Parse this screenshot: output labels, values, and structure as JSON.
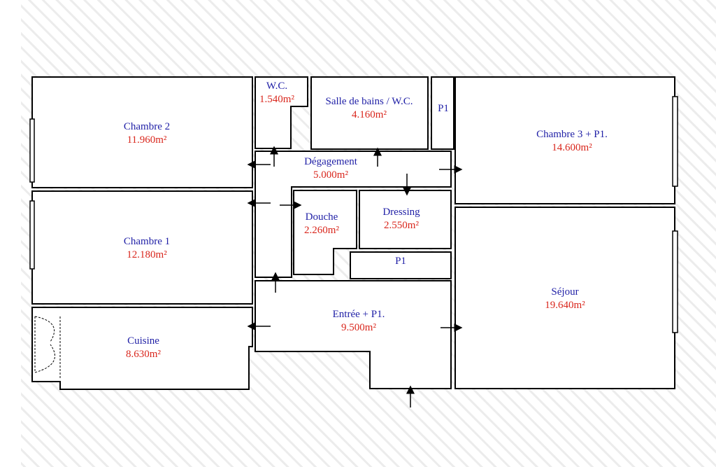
{
  "rooms": {
    "chambre2": {
      "name": "Chambre 2",
      "area": "11.960m²"
    },
    "chambre1": {
      "name": "Chambre 1",
      "area": "12.180m²"
    },
    "cuisine": {
      "name": "Cuisine",
      "area": "8.630m²"
    },
    "wc": {
      "name": "W.C.",
      "area": "1.540m²"
    },
    "sdb": {
      "name": "Salle de bains / W.C.",
      "area": "4.160m²"
    },
    "placard_top": {
      "name": "P1"
    },
    "chambre3": {
      "name": "Chambre 3 + P1.",
      "area": "14.600m²"
    },
    "degagement": {
      "name": "Dégagement",
      "area": "5.000m²"
    },
    "douche": {
      "name": "Douche",
      "area": "2.260m²"
    },
    "dressing": {
      "name": "Dressing",
      "area": "2.550m²"
    },
    "placard_mid": {
      "name": "P1"
    },
    "sejour": {
      "name": "Séjour",
      "area": "19.640m²"
    },
    "entree": {
      "name": "Entrée + P1.",
      "area": "9.500m²"
    }
  },
  "colors": {
    "wall": "#000000",
    "name": "#1f1fa6",
    "area": "#d9261c",
    "hatch": "#eeeeee"
  }
}
